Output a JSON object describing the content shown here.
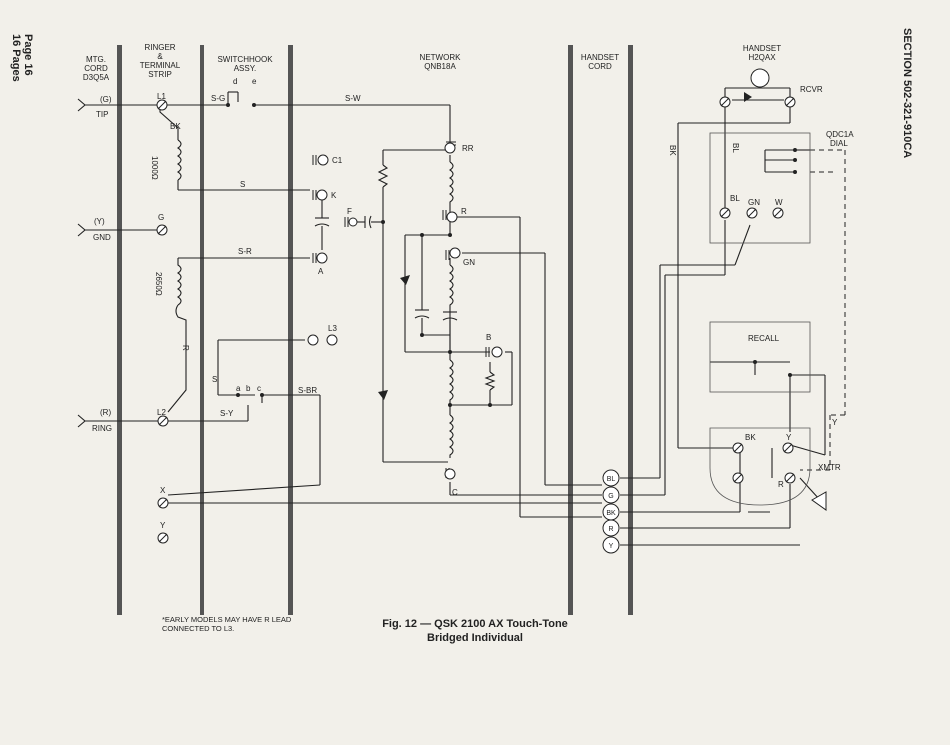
{
  "page": {
    "page_number": "Page 16",
    "page_count": "16 Pages",
    "section": "SECTION 502-321-910CA"
  },
  "columns": {
    "mtg_cord": [
      "MTG.",
      "CORD",
      "D3Q5A"
    ],
    "ringer": [
      "RINGER",
      "&",
      "TERMINAL",
      "STRIP"
    ],
    "switchhook": [
      "SWITCHHOOK",
      "ASSY."
    ],
    "network": [
      "NETWORK",
      "QNB18A"
    ],
    "handset_cord": [
      "HANDSET",
      "CORD"
    ],
    "handset": [
      "HANDSET",
      "H2QAX"
    ]
  },
  "terminals": {
    "tip_g": "(G)",
    "tip": "TIP",
    "gnd_y": "(Y)",
    "gnd": "GND",
    "ring_r": "(R)",
    "ring": "RING",
    "l1": "L1",
    "l2": "L2",
    "l3": "L3",
    "g": "G",
    "x": "X",
    "y": "Y",
    "bk": "BK",
    "r_lead": "R",
    "res_1000": "1000Ω",
    "res_2650": "2650Ω"
  },
  "switchhook_labels": {
    "sg": "S-G",
    "d": "d",
    "e": "e",
    "s": "S",
    "a": "a",
    "b": "b",
    "c": "c",
    "sy": "S-Y",
    "sbr": "S-BR",
    "sr": "S-R",
    "s_k": "S",
    "sw": "S-W"
  },
  "network_labels": {
    "c1": "C1",
    "k": "K",
    "a": "A",
    "f": "F",
    "rr": "RR",
    "r": "R",
    "gn": "GN",
    "b": "B",
    "c": "C"
  },
  "cord_circles": [
    "BL",
    "G",
    "BK",
    "R",
    "Y"
  ],
  "handset_labels": {
    "rcvr": "RCVR",
    "dial": [
      "QDC1A",
      "DIAL"
    ],
    "bl": "BL",
    "bl_top": "BL",
    "gn": "GN",
    "w": "W",
    "bk_side": "BK",
    "recall": "RECALL",
    "y_side": "Y",
    "bk": "BK",
    "y": "Y",
    "r": "R",
    "xmtr": "XMTR"
  },
  "footnote": [
    "*EARLY MODELS MAY HAVE R LEAD",
    "CONNECTED TO L3."
  ],
  "caption": [
    "Fig. 12 — QSK 2100 AX Touch-Tone",
    "Bridged Individual"
  ]
}
